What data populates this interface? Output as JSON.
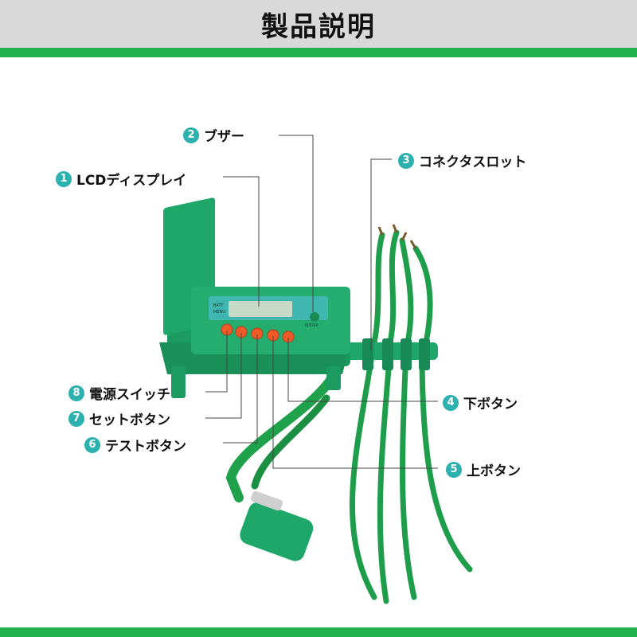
{
  "header": {
    "title": "製品説明"
  },
  "colors": {
    "accent_green": "#22b14c",
    "badge_teal": "#2cb1ae",
    "device_green": "#1fa76a"
  },
  "device": {
    "lcd_top_label": "BATT",
    "lcd_mid_label": "MENU",
    "buzzer_label": "BUZZER"
  },
  "callouts": [
    {
      "num": "1",
      "label": "LCDディスプレイ"
    },
    {
      "num": "2",
      "label": "ブザー"
    },
    {
      "num": "3",
      "label": "コネクタスロット"
    },
    {
      "num": "4",
      "label": "下ボタン"
    },
    {
      "num": "5",
      "label": "上ボタン"
    },
    {
      "num": "6",
      "label": "テストボタン"
    },
    {
      "num": "7",
      "label": "セットボタン"
    },
    {
      "num": "8",
      "label": "電源スイッチ"
    }
  ]
}
